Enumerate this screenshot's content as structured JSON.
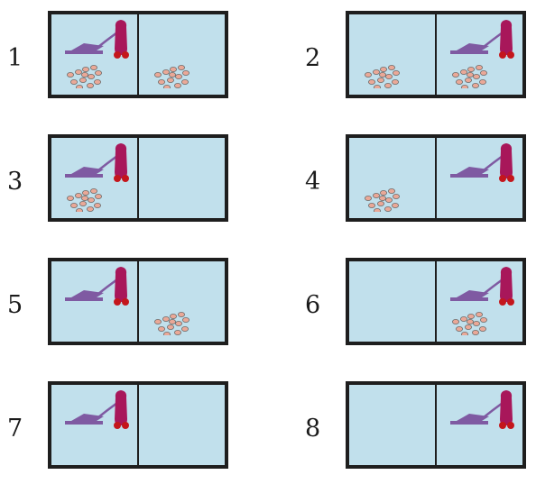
{
  "colors": {
    "square_fill": "#c1e0ec",
    "frame": "#1e1e1e",
    "vacuum_body": "#a8175a",
    "vacuum_wheel": "#c4161c",
    "nozzle": "#7f5aa2",
    "dirt": "#eaa897"
  },
  "states": [
    {
      "label": "1",
      "vacuum": "left",
      "dirt": [
        "left",
        "right"
      ]
    },
    {
      "label": "2",
      "vacuum": "right",
      "dirt": [
        "left",
        "right"
      ]
    },
    {
      "label": "3",
      "vacuum": "left",
      "dirt": [
        "left"
      ]
    },
    {
      "label": "4",
      "vacuum": "right",
      "dirt": [
        "left"
      ]
    },
    {
      "label": "5",
      "vacuum": "left",
      "dirt": [
        "right"
      ]
    },
    {
      "label": "6",
      "vacuum": "right",
      "dirt": [
        "right"
      ]
    },
    {
      "label": "7",
      "vacuum": "left",
      "dirt": []
    },
    {
      "label": "8",
      "vacuum": "right",
      "dirt": []
    }
  ]
}
